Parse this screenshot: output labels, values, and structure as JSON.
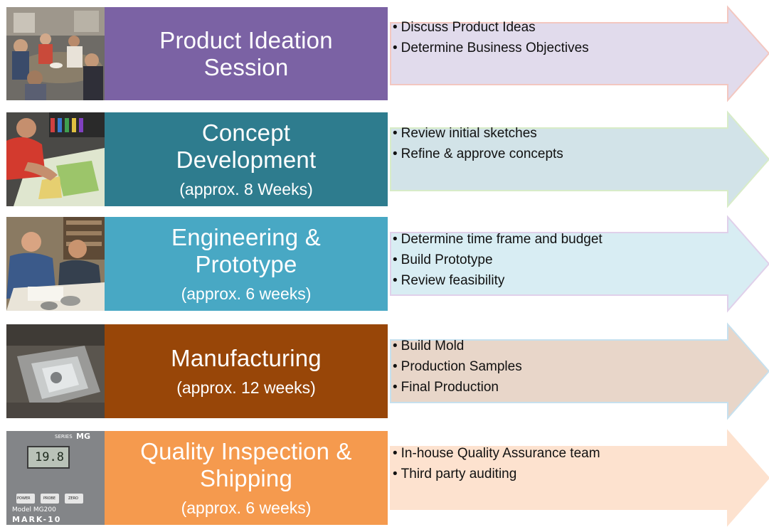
{
  "colors": {
    "ideation": "#7b62a4",
    "concept": "#2e7c8e",
    "engineering": "#48a8c4",
    "manufacturing": "#984608",
    "quality": "#f59a4e",
    "arrow_ideation": "#e1dbec",
    "arrow_concept": "#d2e3e8",
    "arrow_engineering": "#d8edf3",
    "arrow_manufacturing": "#e8d6c9",
    "arrow_quality": "#fde2cf"
  },
  "stages": [
    {
      "id": "ideation",
      "title_lines": [
        "Product Ideation",
        "Session"
      ],
      "duration": "",
      "photo": "meeting-photo",
      "bullets": [
        "Discuss Product Ideas",
        "Determine Business Objectives"
      ]
    },
    {
      "id": "concept",
      "title_lines": [
        "Concept",
        "Development"
      ],
      "duration": "(approx. 8 Weeks)",
      "photo": "sketch-review-photo",
      "bullets": [
        "Review initial sketches",
        "Refine & approve concepts"
      ]
    },
    {
      "id": "engineering",
      "title_lines": [
        "Engineering &",
        "Prototype"
      ],
      "duration": "(approx. 6 weeks)",
      "photo": "engineers-photo",
      "bullets": [
        "Determine time frame and budget",
        "Build Prototype",
        "Review feasibility"
      ]
    },
    {
      "id": "manufacturing",
      "title_lines": [
        "Manufacturing"
      ],
      "duration": "(approx. 12 weeks)",
      "photo": "mold-photo",
      "bullets": [
        "Build Mold",
        "Production Samples",
        "Final Production"
      ]
    },
    {
      "id": "quality",
      "title_lines": [
        "Quality Inspection &",
        "Shipping"
      ],
      "duration": "(approx. 6 weeks)",
      "photo": "gauge-photo",
      "bullets": [
        "In-house Quality Assurance team",
        "Third party auditing"
      ]
    }
  ],
  "gauge": {
    "series_label": "SERIES",
    "brand_badge": "MG",
    "display_value": "19.8",
    "button_labels": [
      "POWER",
      "PROBE",
      "ZERO"
    ],
    "model": "Model MG200",
    "brand": "MARK-10"
  }
}
